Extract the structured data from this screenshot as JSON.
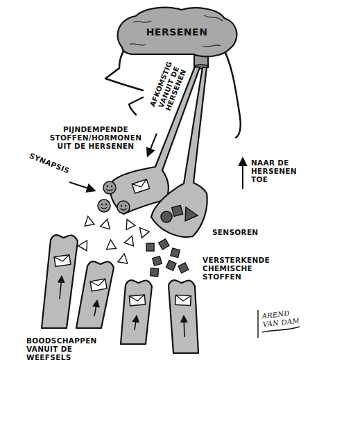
{
  "diagram": {
    "nodes": [
      {
        "text": [
          "HERSENEN"
        ]
      }
    ],
    "labels": [
      "AFKOMSTIG VANUIT DE HERSENEN",
      "PIJNDEMPENDE STOFFEN/HORMONEN UIT DE HERSENEN",
      "SYNAPSIS",
      "NAAR DE HERSENEN TOE",
      "SENSOREN",
      "VERSTERKENDE CHEMISCHE STOFFEN",
      "BOODSCHAPPEN VANUIT DE WEEFSELS",
      "AREND VAN DAM"
    ]
  }
}
